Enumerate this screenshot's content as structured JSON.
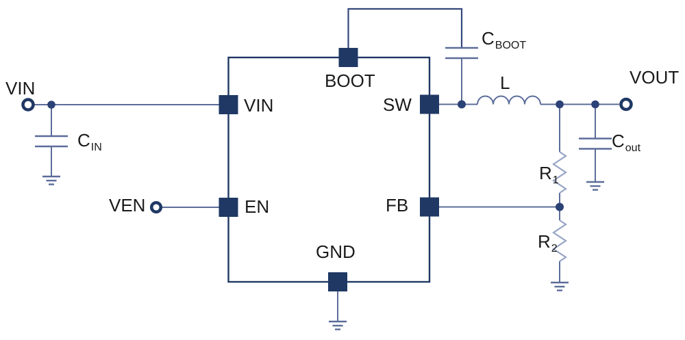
{
  "diagram": {
    "type": "circuit-schematic",
    "subject": "buck converter application circuit"
  },
  "terminals": {
    "vin": "VIN",
    "ven": "VEN",
    "vout": "VOUT"
  },
  "ic": {
    "pins": {
      "vin": "VIN",
      "en": "EN",
      "boot": "BOOT",
      "sw": "SW",
      "fb": "FB",
      "gnd": "GND"
    }
  },
  "components": {
    "cin": {
      "symbol": "C",
      "sub": "IN"
    },
    "cboot": {
      "symbol": "C",
      "sub": "BOOT"
    },
    "cout": {
      "symbol": "C",
      "sub": "out"
    },
    "inductor": {
      "symbol": "L",
      "sub": ""
    },
    "r1": {
      "symbol": "R",
      "sub": "1"
    },
    "r2": {
      "symbol": "R",
      "sub": "2"
    }
  },
  "colors": {
    "ic_navy": "#1f3864",
    "wire_blue": "#5b6c99",
    "resistor_blue": "#96a4c4",
    "junction_dot": "#2b4277",
    "label_text": "#1a1a1a",
    "background": "#ffffff"
  }
}
